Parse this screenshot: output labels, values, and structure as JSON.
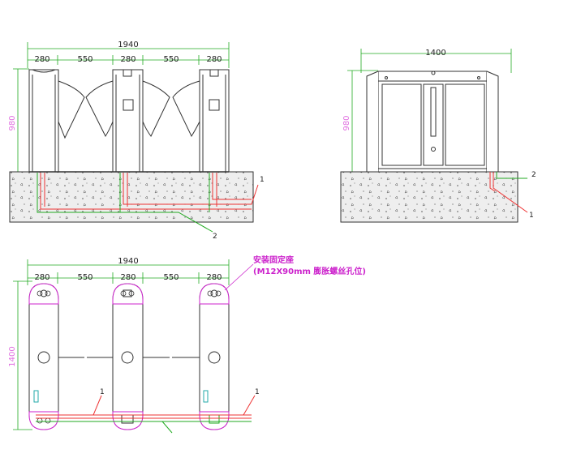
{
  "colors": {
    "outline": "#333333",
    "dimension_line": "#22aa22",
    "magenta": "#cc22cc",
    "pink_dim": "#e070e0",
    "cable_red": "#ee3333",
    "cable_green": "#22aa22",
    "panel_fill": "#eeeeee"
  },
  "front_view": {
    "overall_width": "1940",
    "segments": [
      "280",
      "550",
      "280",
      "550",
      "280"
    ],
    "height": "980",
    "cable_label_1": "1",
    "cable_label_2": "2"
  },
  "side_view": {
    "overall_width": "1400",
    "height": "980",
    "cable_label_1": "1",
    "cable_label_2": "2"
  },
  "plan_view": {
    "overall_width": "1940",
    "segments": [
      "280",
      "550",
      "280",
      "550",
      "280"
    ],
    "depth": "1400",
    "note_line1": "安装固定座",
    "note_line2": "(M12X90mm 膨胀螺丝孔位)",
    "cable_label_left": "1",
    "cable_label_right": "1"
  }
}
